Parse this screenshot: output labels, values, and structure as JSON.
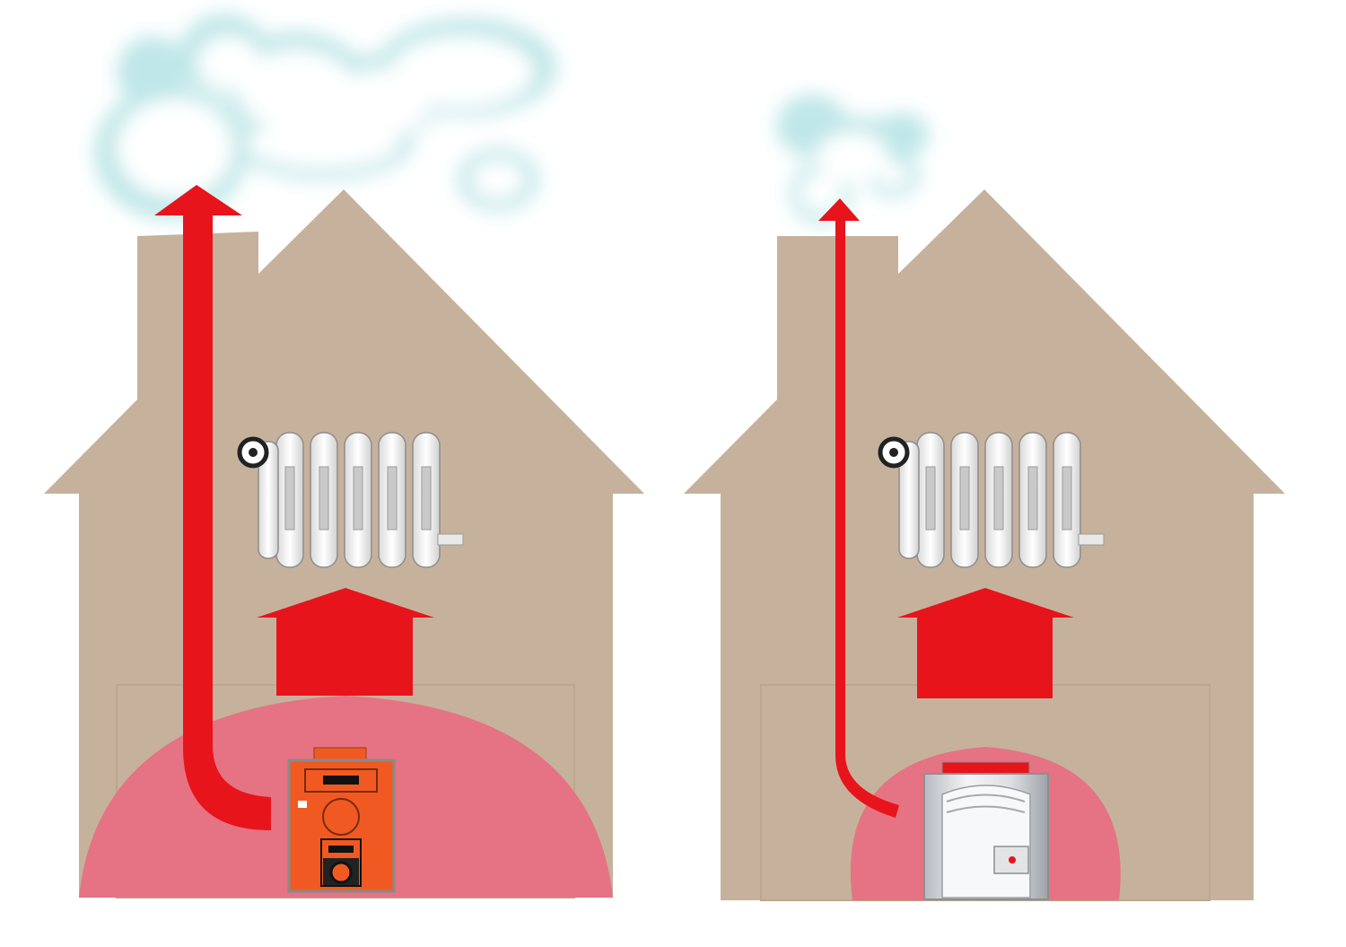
{
  "diagram": {
    "colors": {
      "background": "#ffffff",
      "house": "#c6b29c",
      "heat_zone": "#e57383",
      "arrow": "#e8141c",
      "smoke": "#cfeeee",
      "radiator": "#f2f2f2",
      "old_boiler": "#f05a22",
      "new_boiler": "#d9dcdf"
    },
    "panels": [
      {
        "id": "old-house",
        "boiler": "old-boiler-icon",
        "heat_zone_size": "large",
        "flue_arrow": "wide",
        "smoke_cloud": "large"
      },
      {
        "id": "new-house",
        "boiler": "condensing-boiler-icon",
        "heat_zone_size": "small",
        "flue_arrow": "thin",
        "smoke_cloud": "small"
      }
    ]
  }
}
